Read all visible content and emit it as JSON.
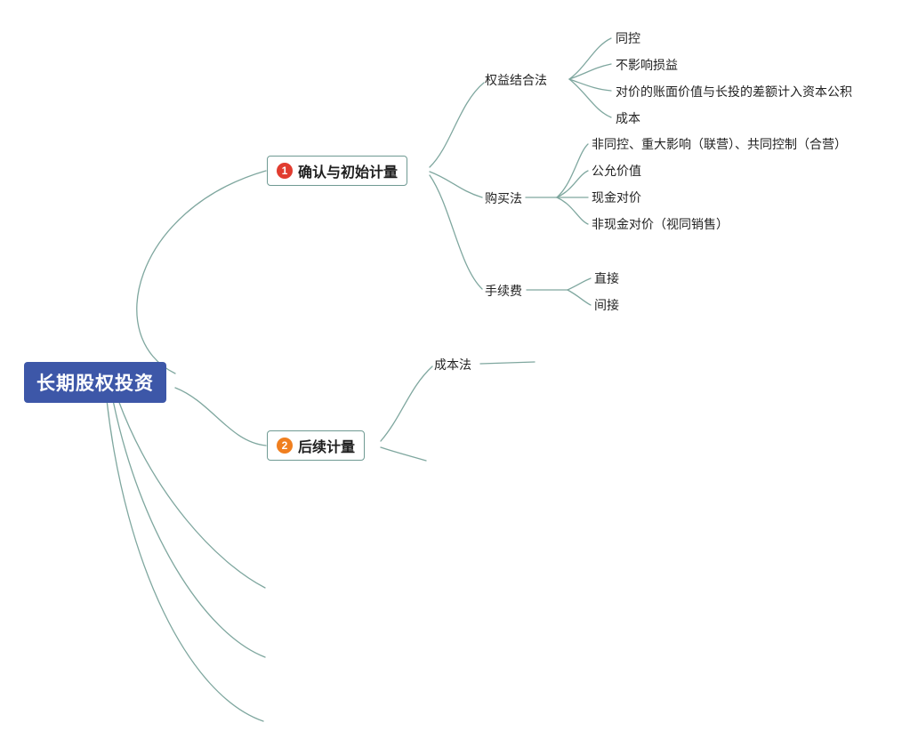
{
  "root": {
    "label": "长期股权投资"
  },
  "branch1": {
    "badge": "1",
    "label": "确认与初始计量"
  },
  "branch2": {
    "badge": "2",
    "label": "后续计量"
  },
  "equity_method": {
    "label": "权益结合法",
    "children": [
      "同控",
      "不影响损益",
      "对价的账面价值与长投的差额计入资本公积",
      "成本"
    ]
  },
  "purchase_method": {
    "label": "购买法",
    "children": [
      "非同控、重大影响（联营）、共同控制（合营）",
      "公允价值",
      "现金对价",
      "非现金对价（视同销售）"
    ]
  },
  "fee": {
    "label": "手续费",
    "children": [
      "直接",
      "间接"
    ]
  },
  "cost_method": {
    "label": "成本法"
  },
  "colors": {
    "line": "#7fa79f",
    "root_bg": "#3d57a8",
    "branch_border": "#6f9a93",
    "badge1_bg": "#e13c2f",
    "badge2_bg": "#f07f1f"
  }
}
